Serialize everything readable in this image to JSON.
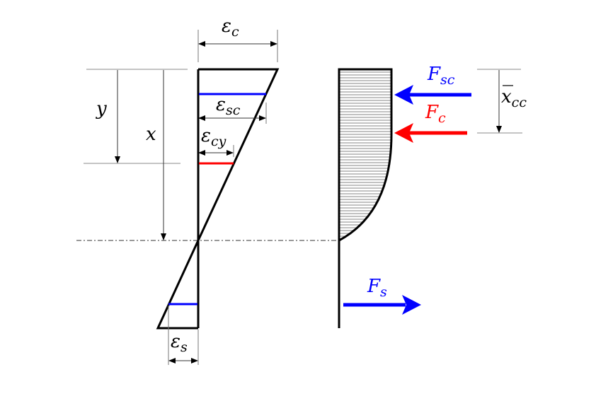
{
  "diagram": {
    "title": "Reinforced concrete section: strain and stress distribution",
    "colors": {
      "outline": "#000000",
      "dimension": "#555555",
      "compression_steel": "#0000ff",
      "tension_steel": "#0000ff",
      "concrete_force": "#ff0000",
      "hatch": "#888888"
    },
    "strain_diagram": {
      "eps_c": {
        "main": "ε",
        "sub": "c"
      },
      "eps_sc": {
        "main": "ε",
        "sub": "sc"
      },
      "eps_cy": {
        "main": "ε",
        "sub": "cy"
      },
      "eps_s": {
        "main": "ε",
        "sub": "s"
      }
    },
    "depth_labels": {
      "y": "y",
      "x": "x"
    },
    "stress_diagram": {
      "F_sc": {
        "main": "F",
        "sub": "sc"
      },
      "F_c": {
        "main": "F",
        "sub": "c"
      },
      "F_s": {
        "main": "F",
        "sub": "s"
      },
      "x_cc": {
        "main": "x",
        "sub": "cc",
        "bar": true
      }
    },
    "neutral_axis": "neutral-axis"
  }
}
